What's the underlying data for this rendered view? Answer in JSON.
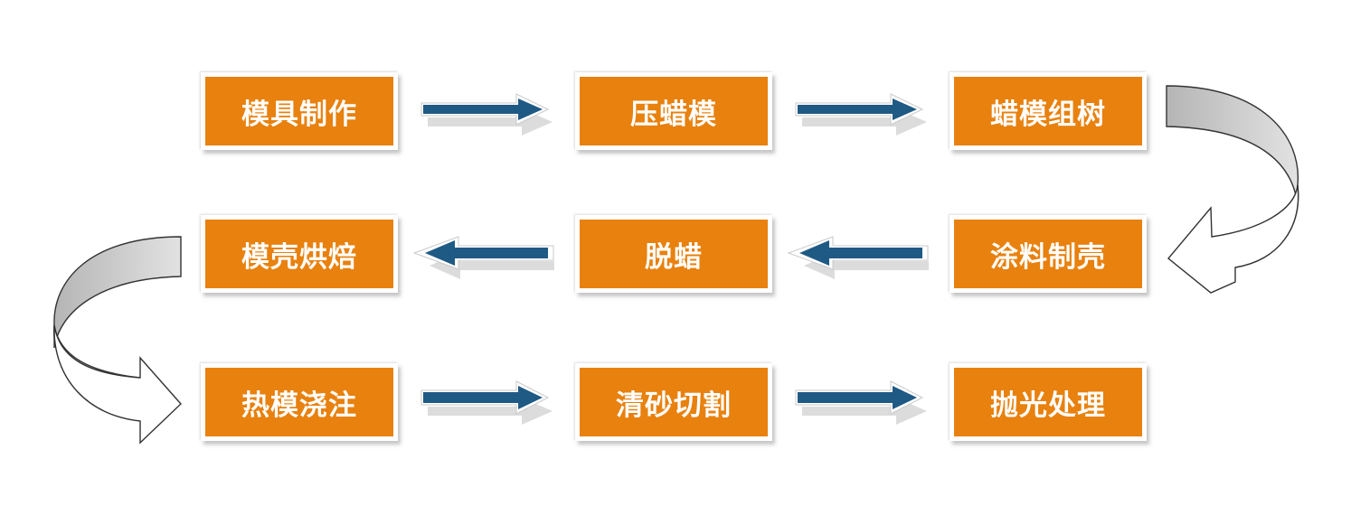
{
  "diagram": {
    "steps": [
      {
        "label": "模具制作"
      },
      {
        "label": "压蜡模"
      },
      {
        "label": "蜡模组树"
      },
      {
        "label": "涂料制壳"
      },
      {
        "label": "脱蜡"
      },
      {
        "label": "模壳烘焙"
      },
      {
        "label": "热模浇注"
      },
      {
        "label": "清砂切割"
      },
      {
        "label": "抛光处理"
      }
    ],
    "colors": {
      "box_fill": "#e8810e",
      "box_text": "#ffffff",
      "arrow_fill": "#1f5a85",
      "curve_fill": "#c8c8c8"
    }
  }
}
